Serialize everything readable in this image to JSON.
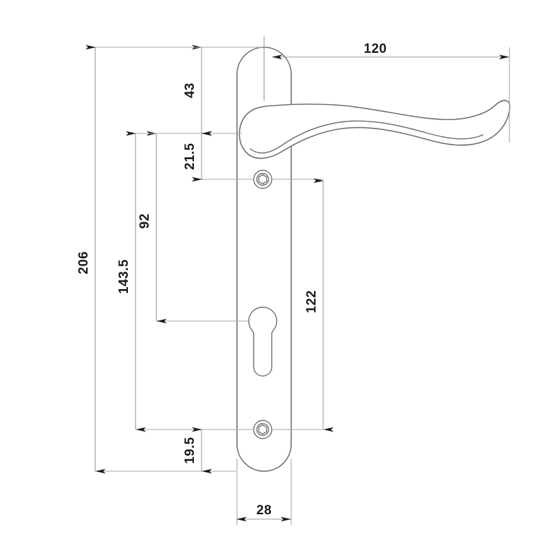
{
  "drawing": {
    "title": "Door Handle Backplate Technical Drawing",
    "units": "mm",
    "view": "front elevation",
    "line_color": "#6e6e6e",
    "dimension_color": "#9a9a9a",
    "text_color": "#1a1a1a",
    "background_color": "#ffffff"
  },
  "dimensions": {
    "plate_height": "206",
    "plate_width": "28",
    "lever_length": "120",
    "top_to_spindle": "43",
    "spindle_to_upper_screw": "21.5",
    "upper_screw_to_keyhole": "92",
    "spindle_to_lower_screw": "143.5",
    "screw_centres": "122",
    "lower_screw_to_bottom": "19.5"
  },
  "labels": [
    {
      "id": "len-120",
      "text": "120",
      "orientation": "horizontal"
    },
    {
      "id": "len-43",
      "text": "43",
      "orientation": "vertical"
    },
    {
      "id": "len-21-5",
      "text": "21.5",
      "orientation": "vertical"
    },
    {
      "id": "len-92",
      "text": "92",
      "orientation": "vertical"
    },
    {
      "id": "len-143-5",
      "text": "143.5",
      "orientation": "vertical"
    },
    {
      "id": "len-206",
      "text": "206",
      "orientation": "vertical"
    },
    {
      "id": "len-122",
      "text": "122",
      "orientation": "vertical"
    },
    {
      "id": "len-19-5",
      "text": "19.5",
      "orientation": "vertical"
    },
    {
      "id": "len-28",
      "text": "28",
      "orientation": "horizontal"
    }
  ],
  "features": {
    "backplate": "rounded-end narrow plate",
    "lever": "curved scroll lever handle",
    "keyhole": "euro profile cylinder cut-out",
    "screw_holes": "two hex-socket fixing holes"
  }
}
